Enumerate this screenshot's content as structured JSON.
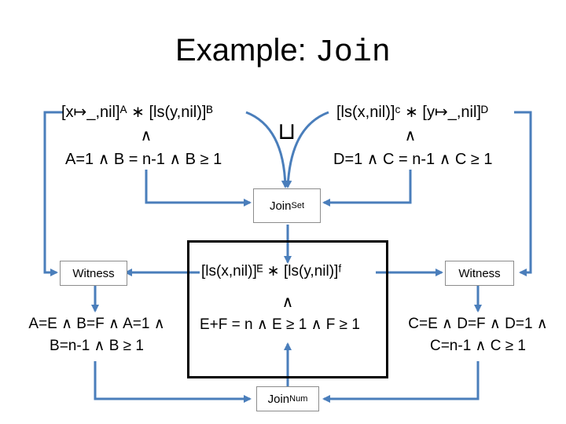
{
  "title": {
    "prefix": "Example:",
    "keyword": "Join"
  },
  "left_input": {
    "formula": "[x↦_,nil]ᴬ ∗ [ls(y,nil)]ᴮ",
    "and": "∧",
    "constraint": "A=1 ∧ B = n-1 ∧ B ≥ 1"
  },
  "right_input": {
    "formula": "[ls(x,nil)]ᶜ ∗ [y↦_,nil]ᴰ",
    "and": "∧",
    "constraint": "D=1 ∧ C = n-1 ∧ C ≥ 1"
  },
  "join_operator": "⊔",
  "join_set": {
    "main": "Join",
    "sub": "Set"
  },
  "join_num": {
    "main": "Join",
    "sub": "Num"
  },
  "result": {
    "formula": "[ls(x,nil)]ᴱ ∗ [ls(y,nil)]ᶠ",
    "and": "∧",
    "constraint": "E+F = n ∧ E ≥ 1 ∧ F ≥ 1"
  },
  "left_witness": {
    "label": "Witness",
    "line1": "A=E ∧ B=F ∧ A=1 ∧",
    "line2": "B=n-1 ∧ B ≥ 1"
  },
  "right_witness": {
    "label": "Witness",
    "line1": "C=E ∧ D=F ∧ D=1 ∧",
    "line2": "C=n-1 ∧ C ≥ 1"
  },
  "colors": {
    "arrow": "#4a7ebb",
    "box_border": "#000000",
    "small_box_border": "#8c8c8c"
  }
}
